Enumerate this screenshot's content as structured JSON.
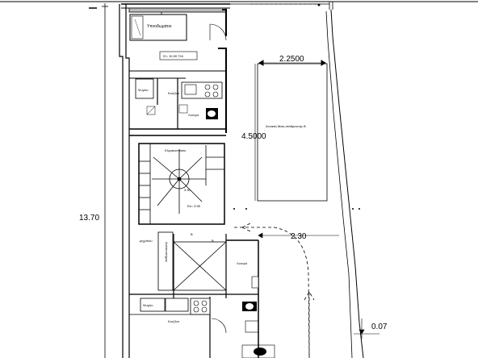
{
  "drawing": {
    "dimensions": {
      "total_height": "13.70",
      "parking_width": "2.2500",
      "parking_length": "4.5000",
      "ramp_width": "2.30",
      "small_offset": "0.07"
    },
    "rooms": {
      "bedroom": "Υπνοδωμάτιο",
      "area_label": "ΙΣ= 15.50 Τ.Μ.",
      "fridge_top": "Ψυγείο",
      "kitchen_top": "Κουζίνα",
      "laundry_top": "Λουτρό",
      "stairwell": "Κλιμακοστάσιο",
      "stair_dim": "3.30",
      "entrance": "Εκ= 3.95",
      "parking_space": "Ανοικτή θέση στάθμευσης Β",
      "storage": "μηχ/σίου",
      "elevator_vertical": "Ανελκυστήρας",
      "laundry_bottom": "Λουτρό",
      "fridge_bottom": "Ψυγείο",
      "kitchen_bottom": "Κουζίνα",
      "mark_b": "Β",
      "mark_b2": "Β"
    }
  }
}
